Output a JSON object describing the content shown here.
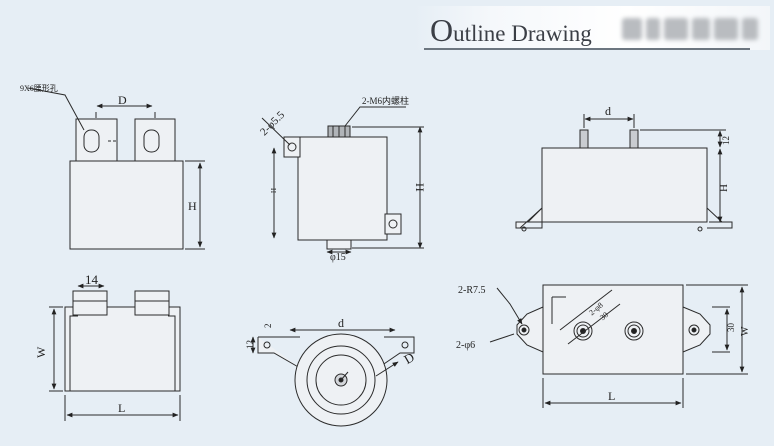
{
  "header": {
    "title_first_letter": "O",
    "title_rest": "utline Drawing",
    "blurred_text": "",
    "colors": {
      "background": "#e6eef5",
      "line": "#2b2b2b",
      "body_fill": "#eef1f4",
      "title_text": "#3b3f46"
    }
  },
  "views": {
    "front_view": {
      "slot_note": "9X6腰形孔",
      "dim_top": "D",
      "dim_right": "H"
    },
    "side_view": {
      "hole_dim": "2-φ5.5",
      "nut_note": "2-M6内螺柱",
      "dim_left": "H",
      "dim_right": "H",
      "dim_bottom": "φ15"
    },
    "right_view": {
      "dim_top": "d",
      "dim_right_top": "12",
      "dim_right": "H"
    },
    "bottom_left_view": {
      "dim_top": "14",
      "dim_left": "W",
      "dim_bottom": "L"
    },
    "bottom_center_view": {
      "dim_top": "d",
      "dim_left_small": "2",
      "dim_left": "12",
      "dim_right": "D"
    },
    "bottom_right_view": {
      "radius_note": "2-R7.5",
      "hole_note": "2-φ6",
      "dim_diag_1": "2-φ8",
      "dim_diag_2": "30",
      "dim_right_1": "30",
      "dim_right_2": "W",
      "dim_bottom": "L"
    }
  }
}
